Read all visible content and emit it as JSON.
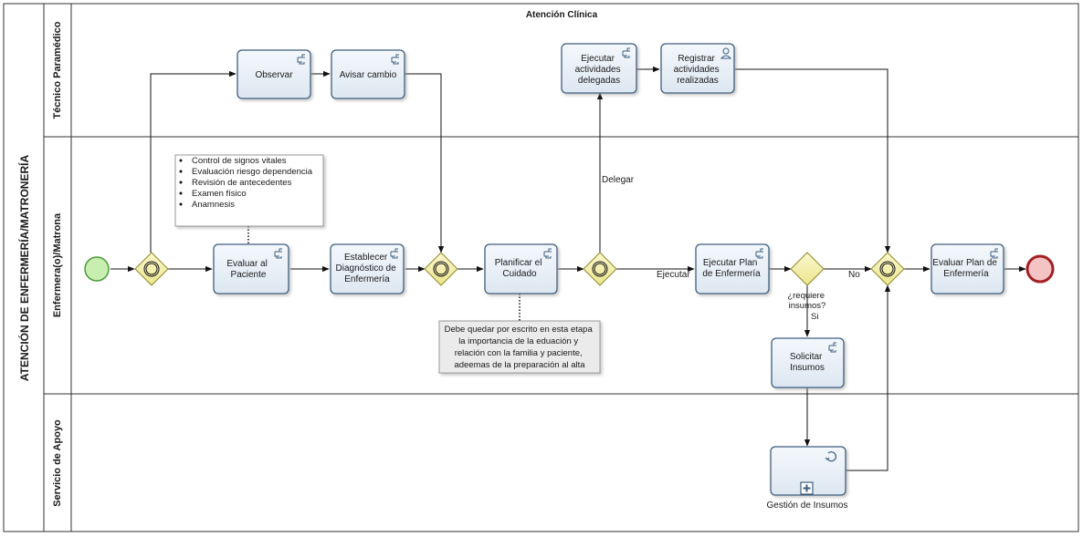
{
  "pool": {
    "title": "ATENCIÓN DE ENFERMERÍA/MATRONERÍA",
    "process_title": "Atención Clínica"
  },
  "lanes": [
    {
      "label": "Técnico Paramédico"
    },
    {
      "label": "Enfermera(o)/Matrona"
    },
    {
      "label": "Servicio de Apoyo"
    }
  ],
  "tasks": {
    "observar": [
      "Observar"
    ],
    "avisar": [
      "Avisar cambio"
    ],
    "ejecutar_delegadas": [
      "Ejecutar",
      "actividades",
      "delegadas"
    ],
    "registrar": [
      "Registrar",
      "actividades",
      "realizadas"
    ],
    "evaluar_paciente": [
      "Evaluar al",
      "Paciente"
    ],
    "establecer": [
      "Establecer",
      "Diagnóstico de",
      "Enfermería"
    ],
    "planificar": [
      "Planificar el",
      "Cuidado"
    ],
    "ejecutar_plan": [
      "Ejecutar Plan",
      "de Enfermería"
    ],
    "evaluar_plan": [
      "Evaluar Plan de",
      "Enfermería"
    ],
    "solicitar": [
      "Solicitar",
      "Insumos"
    ],
    "gestion": "Gestión de Insumos"
  },
  "annotations": {
    "evaluacion_items": [
      "Control de signos vitales",
      "Evaluación riesgo dependencia",
      "Revisión de antecedentes",
      "Examen físico",
      "Anamnesis"
    ],
    "planificacion_note": [
      "Debe quedar por escrito en esta etapa",
      "la importancia de la eduación y",
      "relación con la familia y paciente,",
      "adeemas de la preparación al alta"
    ]
  },
  "flow_labels": {
    "delegar": "Delegar",
    "ejecutar": "Ejecutar",
    "requiere": [
      "¿requiere",
      "insumos?"
    ],
    "si": "Si",
    "no": "No"
  },
  "colors": {
    "task_fill": "#e6eef6",
    "task_stroke": "#3f5f7f",
    "gateway_fill": "#f7f3b0",
    "gateway_stroke": "#8f8a2a",
    "start_fill": "#c8efb0",
    "start_stroke": "#4a9a3a",
    "end_fill": "#f4c4c4",
    "end_stroke": "#a31f24"
  },
  "icons": {
    "manual_task": "hand-pointer-icon",
    "user_task": "user-icon",
    "loop_marker": "loop-icon",
    "subprocess_marker": "plus-square-icon"
  }
}
